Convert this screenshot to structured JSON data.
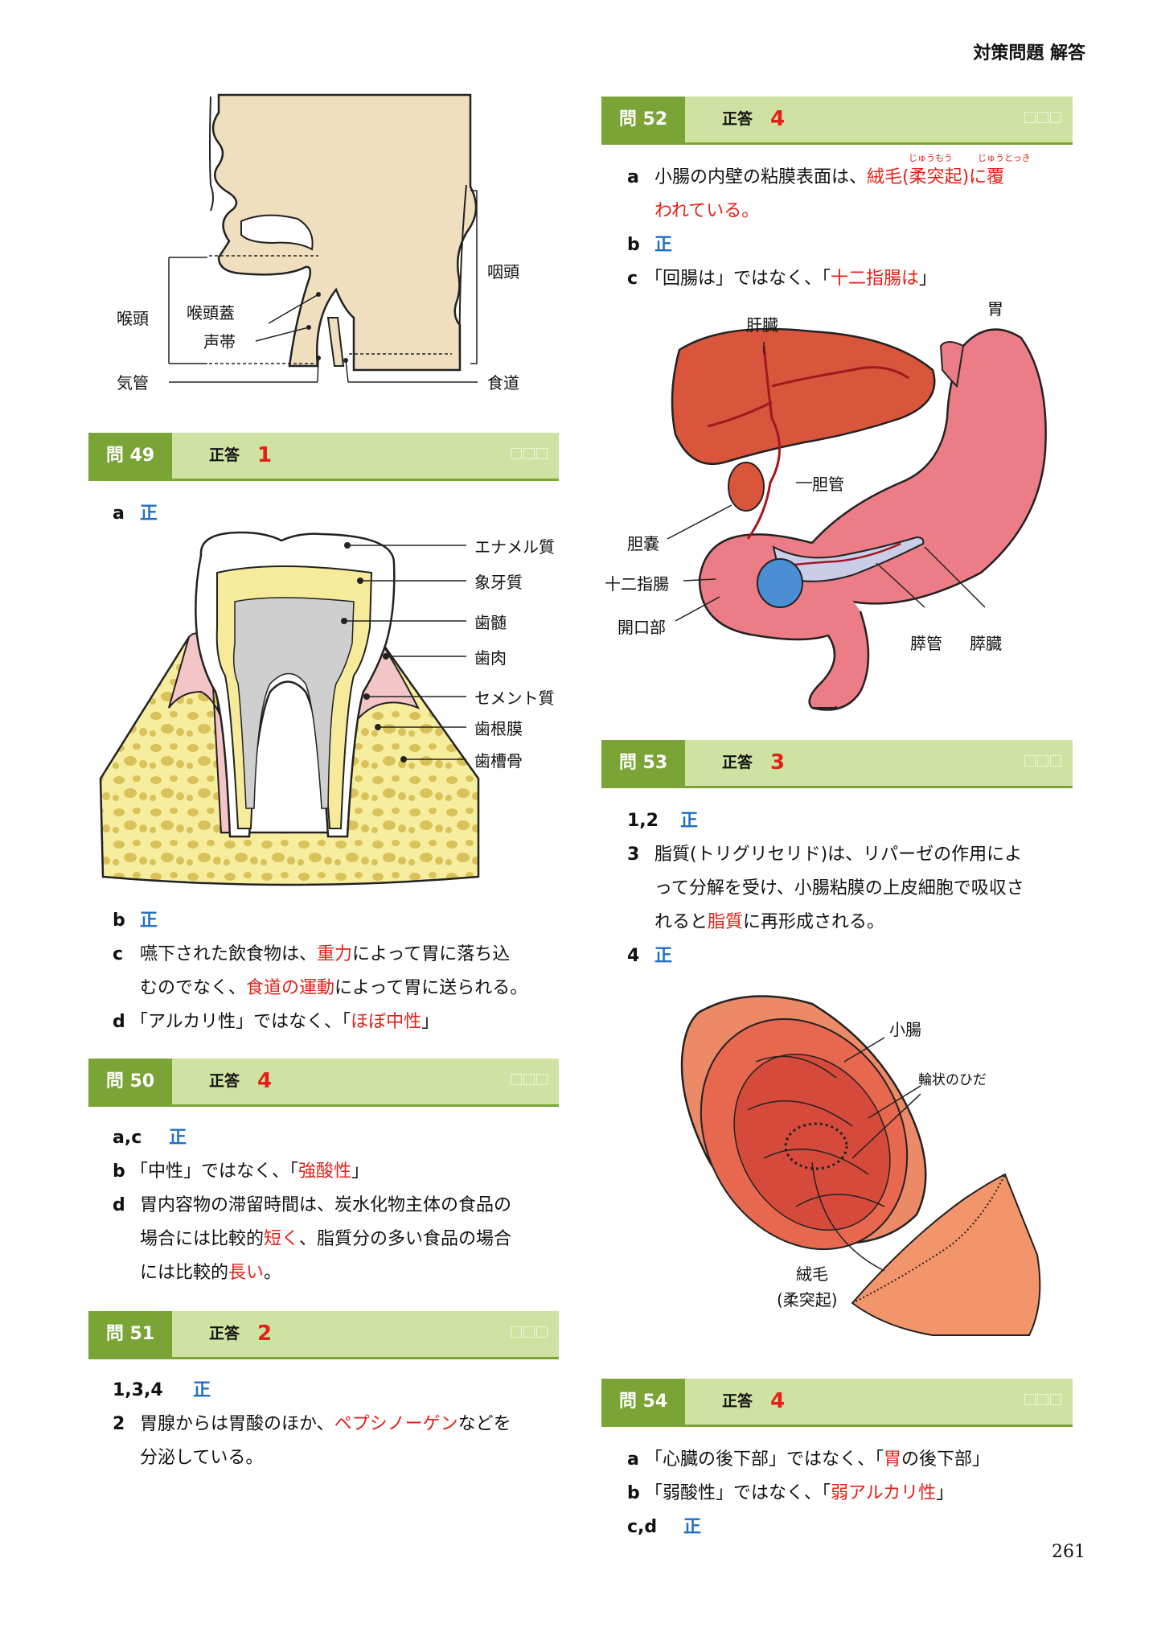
{
  "header": "対策問題 解答",
  "page_number": "261",
  "throat": {
    "larynx": "喉頭",
    "epiglottis": "喉頭蓋",
    "vocal": "声帯",
    "pharynx": "咽頭",
    "trachea": "気管",
    "esophagus": "食道"
  },
  "q49": {
    "num": "問 49",
    "label": "正答",
    "answer": "1",
    "a_key": "a",
    "a_text": "正",
    "tooth": {
      "enamel": "エナメル質",
      "dentin": "象牙質",
      "pulp": "歯髄",
      "gum": "歯肉",
      "cementum": "セメント質",
      "ligament": "歯根膜",
      "bone": "歯槽骨"
    },
    "b_key": "b",
    "b_text": "正",
    "c_key": "c",
    "c_1": "嚥下された飲食物は、",
    "c_2": "重力",
    "c_3": "によって胃に落ち込",
    "c_4": "むのでなく、",
    "c_5": "食道の運動",
    "c_6": "によって胃に送られる。",
    "d_key": "d",
    "d_1": "「アルカリ性」ではなく、「",
    "d_2": "ほぼ中性",
    "d_3": "」"
  },
  "q50": {
    "num": "問 50",
    "label": "正答",
    "answer": "4",
    "ac_key": "a,c",
    "ac_text": "正",
    "b_key": "b",
    "b_1": "「中性」ではなく、「",
    "b_2": "強酸性",
    "b_3": "」",
    "d_key": "d",
    "d_1": "胃内容物の滞留時間は、炭水化物主体の食品の",
    "d_2": "場合には比較的",
    "d_3": "短く",
    "d_4": "、脂質分の多い食品の場合",
    "d_5": "には比較的",
    "d_6": "長い",
    "d_7": "。"
  },
  "q51": {
    "num": "問 51",
    "label": "正答",
    "answer": "2",
    "k134": "1,3,4",
    "t134": "正",
    "k2": "2",
    "t2_1": "胃腺からは胃酸のほか、",
    "t2_2": "ペプシノーゲン",
    "t2_3": "などを",
    "t2_4": "分泌している。"
  },
  "q52": {
    "num": "問 52",
    "label": "正答",
    "answer": "4",
    "a_key": "a",
    "a_1": "小腸の内壁の粘膜表面は、",
    "a_2": "絨毛(柔突起)に覆",
    "a_3": "われている。",
    "ruby1": "じゅうもう",
    "ruby2": "じゅうとっき",
    "b_key": "b",
    "b_text": "正",
    "c_key": "c",
    "c_1": "「回腸は」ではなく、「",
    "c_2": "十二指腸は",
    "c_3": "」",
    "organs": {
      "liver": "肝臓",
      "stomach": "胃",
      "bile_duct": "胆管",
      "gallbladder": "胆嚢",
      "duodenum": "十二指腸",
      "opening": "開口部",
      "pancreatic_duct": "膵管",
      "pancreas": "膵臓"
    }
  },
  "q53": {
    "num": "問 53",
    "label": "正答",
    "answer": "3",
    "k12": "1,2",
    "t12": "正",
    "k3": "3",
    "t3_1": "脂質(トリグリセリド)は、リパーゼの作用によ",
    "t3_2": "って分解を受け、小腸粘膜の上皮細胞で吸収さ",
    "t3_3": "れると",
    "t3_4": "脂質",
    "t3_5": "に再形成される。",
    "k4": "4",
    "t4": "正",
    "intestine": {
      "small": "小腸",
      "folds": "輪状のひだ",
      "villi": "絨毛",
      "villi2": "(柔突起)"
    }
  },
  "q54": {
    "num": "問 54",
    "label": "正答",
    "answer": "4",
    "a_key": "a",
    "a_1": "「心臓の後下部」ではなく、「",
    "a_2": "胃",
    "a_3": "の後下部」",
    "b_key": "b",
    "b_1": "「弱酸性」ではなく、「",
    "b_2": "弱アルカリ性",
    "b_3": "」",
    "cd_key": "c,d",
    "cd_text": "正"
  },
  "colors": {
    "accent_green": "#7aa436",
    "bar_green": "#cfe2a2",
    "red": "#e32119",
    "blue": "#1e6fc6"
  }
}
